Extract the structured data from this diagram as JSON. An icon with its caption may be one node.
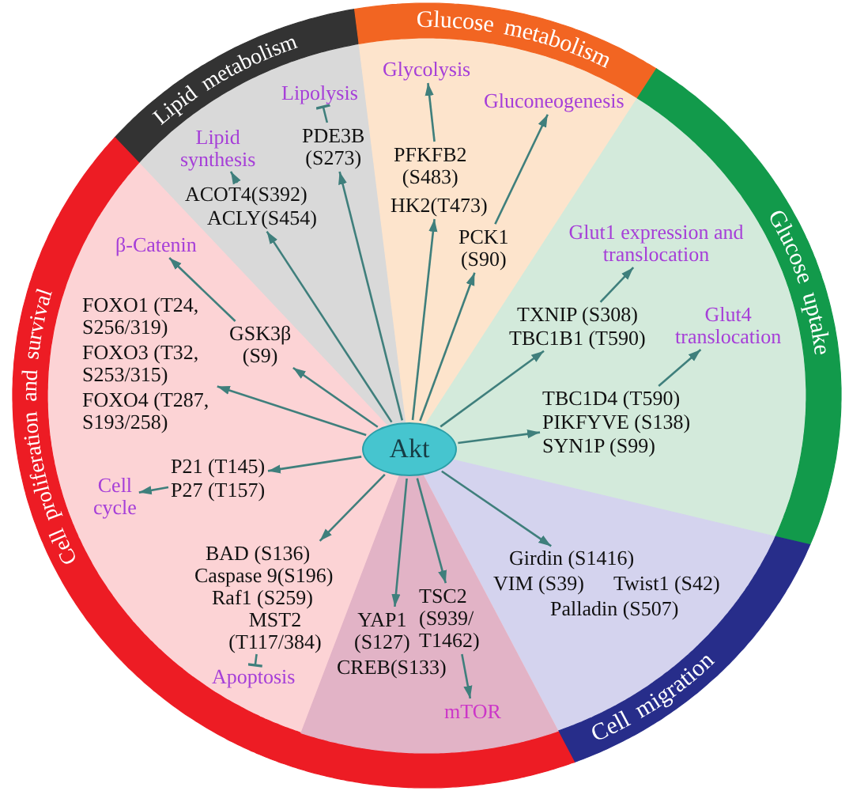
{
  "diagram": {
    "nodes": [
      {
        "text": [
          "Lipid metabolism"
        ]
      },
      {
        "text": [
          "Lipolysis"
        ],
        "in": 0
      },
      {
        "text": [
          "PDE3B (S273)"
        ],
        "in": 0
      },
      {
        "text": [
          "Lipid synthesis"
        ],
        "in": 0
      },
      {
        "text": [
          "ACOT4(S392)",
          "ACLY(S454)"
        ],
        "in": 0
      },
      {
        "text": [
          "Glucose metabolism"
        ]
      },
      {
        "text": [
          "Glycolysis"
        ],
        "in": 5
      },
      {
        "text": [
          "Gluconeogenesis"
        ],
        "in": 5
      },
      {
        "text": [
          "PFKFB2 (S483)",
          "HK2(T473)"
        ],
        "in": 5
      },
      {
        "text": [
          "PCK1 (S90)"
        ],
        "in": 5
      },
      {
        "text": [
          "Glucose uptake"
        ]
      },
      {
        "text": [
          "Glut1 expression and translocation"
        ],
        "in": 10
      },
      {
        "text": [
          "TXNIP (S308)",
          "TBC1B1 (T590)"
        ],
        "in": 10
      },
      {
        "text": [
          "Glut4 translocation"
        ],
        "in": 10
      },
      {
        "text": [
          "TBC1D4 (T590)",
          "PIKFYVE (S138)",
          "SYN1P (S99)"
        ],
        "in": 10
      },
      {
        "text": [
          "Cell migration"
        ]
      },
      {
        "text": [
          "Girdin (S1416)",
          "VIM (S39)",
          "Twist1 (S42)",
          "Palladin (S507)"
        ],
        "in": 15
      },
      {
        "text": [
          "Cell proliferation and survival"
        ]
      },
      {
        "text": [
          "β-Catenin"
        ],
        "in": 17
      },
      {
        "text": [
          "FOXO1 (T24, S256/319)",
          "FOXO3 (T32, S253/315)",
          "FOXO4 (T287, S193/258)"
        ],
        "in": 17
      },
      {
        "text": [
          "GSK3β (S9)"
        ],
        "in": 17
      },
      {
        "text": [
          "P21 (T145)",
          "P27 (T157)"
        ],
        "in": 17
      },
      {
        "text": [
          "Cell cycle"
        ],
        "in": 17
      },
      {
        "text": [
          "BAD (S136)",
          "Caspase 9(S196)",
          "Raf1 (S259)",
          "MST2 (T117/384)"
        ],
        "in": 17
      },
      {
        "text": [
          "Apoptosis"
        ],
        "in": 17
      },
      {
        "text": [],
        "shape": "wedge",
        "in": 17
      },
      {
        "text": [
          "YAP1 (S127)",
          "CREB(S133)"
        ],
        "in": 25
      },
      {
        "text": [
          "TSC2 (S939/ T1462)"
        ],
        "in": 25
      },
      {
        "text": [
          "mTOR"
        ],
        "in": 25
      },
      {
        "text": [
          "Akt"
        ]
      }
    ],
    "edges": [
      {
        "from": 29,
        "to": 2,
        "arrow": "to"
      },
      {
        "from": 2,
        "to": 1,
        "arrow": "other"
      },
      {
        "from": 29,
        "to": 4,
        "arrow": "to"
      },
      {
        "from": 4,
        "to": 3,
        "arrow": "to"
      },
      {
        "from": 29,
        "to": 8,
        "arrow": "to"
      },
      {
        "from": 8,
        "to": 6,
        "arrow": "to"
      },
      {
        "from": 29,
        "to": 9,
        "arrow": "to"
      },
      {
        "from": 9,
        "to": 7,
        "arrow": "to"
      },
      {
        "from": 29,
        "to": 12,
        "arrow": "to"
      },
      {
        "from": 12,
        "to": 11,
        "arrow": "to"
      },
      {
        "from": 29,
        "to": 14,
        "arrow": "to"
      },
      {
        "from": 14,
        "to": 13,
        "arrow": "to"
      },
      {
        "from": 29,
        "to": 16,
        "arrow": "to"
      },
      {
        "from": 29,
        "to": 27,
        "arrow": "to"
      },
      {
        "from": 27,
        "to": 28,
        "arrow": "to"
      },
      {
        "from": 29,
        "to": 26,
        "arrow": "to"
      },
      {
        "from": 29,
        "to": 23,
        "arrow": "to"
      },
      {
        "from": 23,
        "to": 24,
        "arrow": "other"
      },
      {
        "from": 29,
        "to": 21,
        "arrow": "to"
      },
      {
        "from": 21,
        "to": 22,
        "arrow": "to"
      },
      {
        "from": 29,
        "to": 19,
        "arrow": "to"
      },
      {
        "from": 29,
        "to": 20,
        "arrow": "to"
      },
      {
        "from": 20,
        "to": 18,
        "arrow": "to"
      }
    ]
  }
}
